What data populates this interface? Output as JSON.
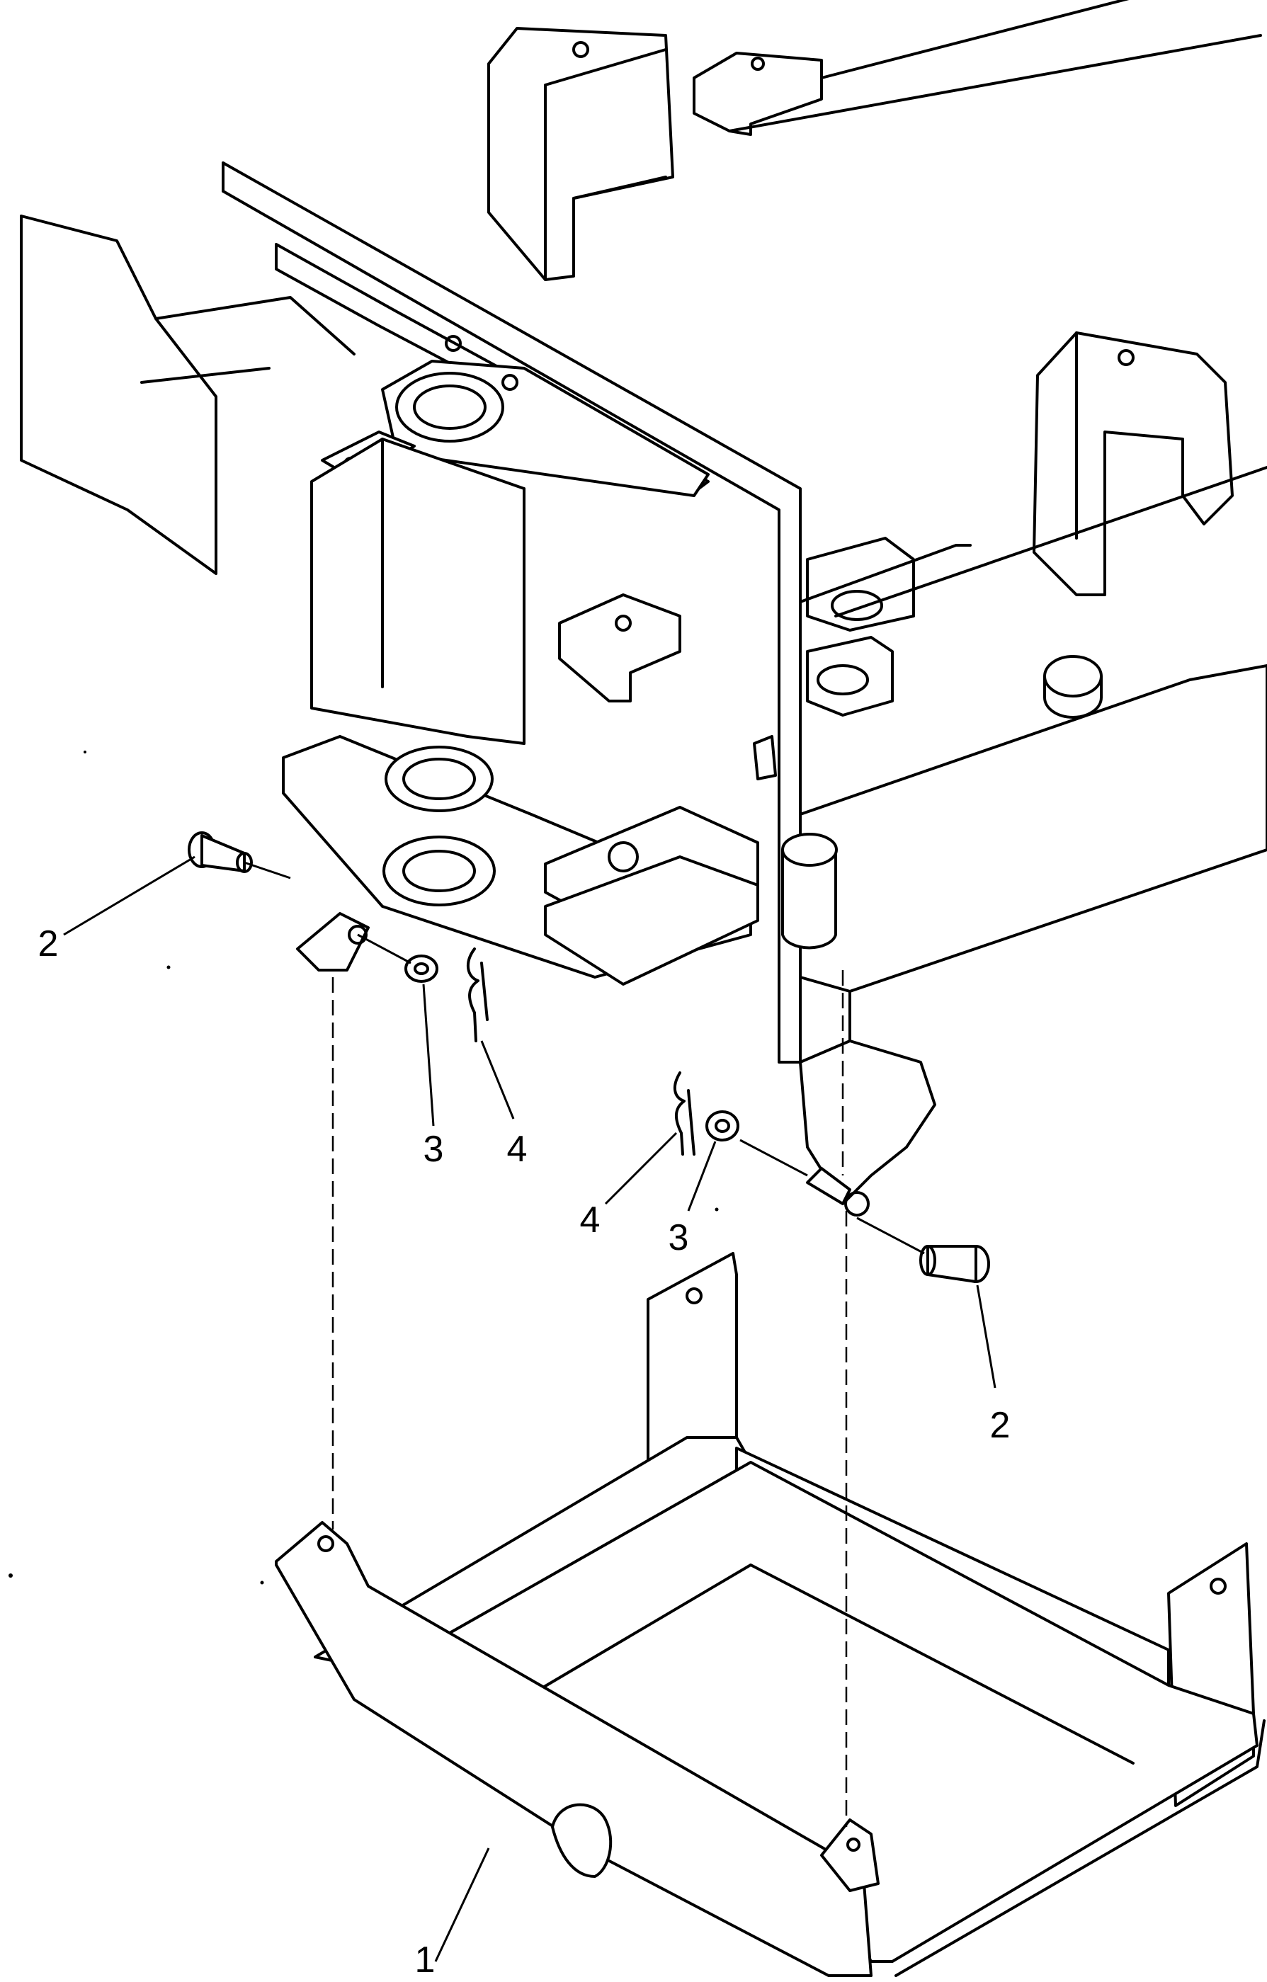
{
  "callouts": [
    {
      "id": "c1",
      "label": "1"
    },
    {
      "id": "c2a",
      "label": "2"
    },
    {
      "id": "c2b",
      "label": "2"
    },
    {
      "id": "c3a",
      "label": "3"
    },
    {
      "id": "c3b",
      "label": "3"
    },
    {
      "id": "c4a",
      "label": "4"
    },
    {
      "id": "c4b",
      "label": "4"
    }
  ],
  "colors": {
    "line": "#000000",
    "background": "#ffffff"
  }
}
